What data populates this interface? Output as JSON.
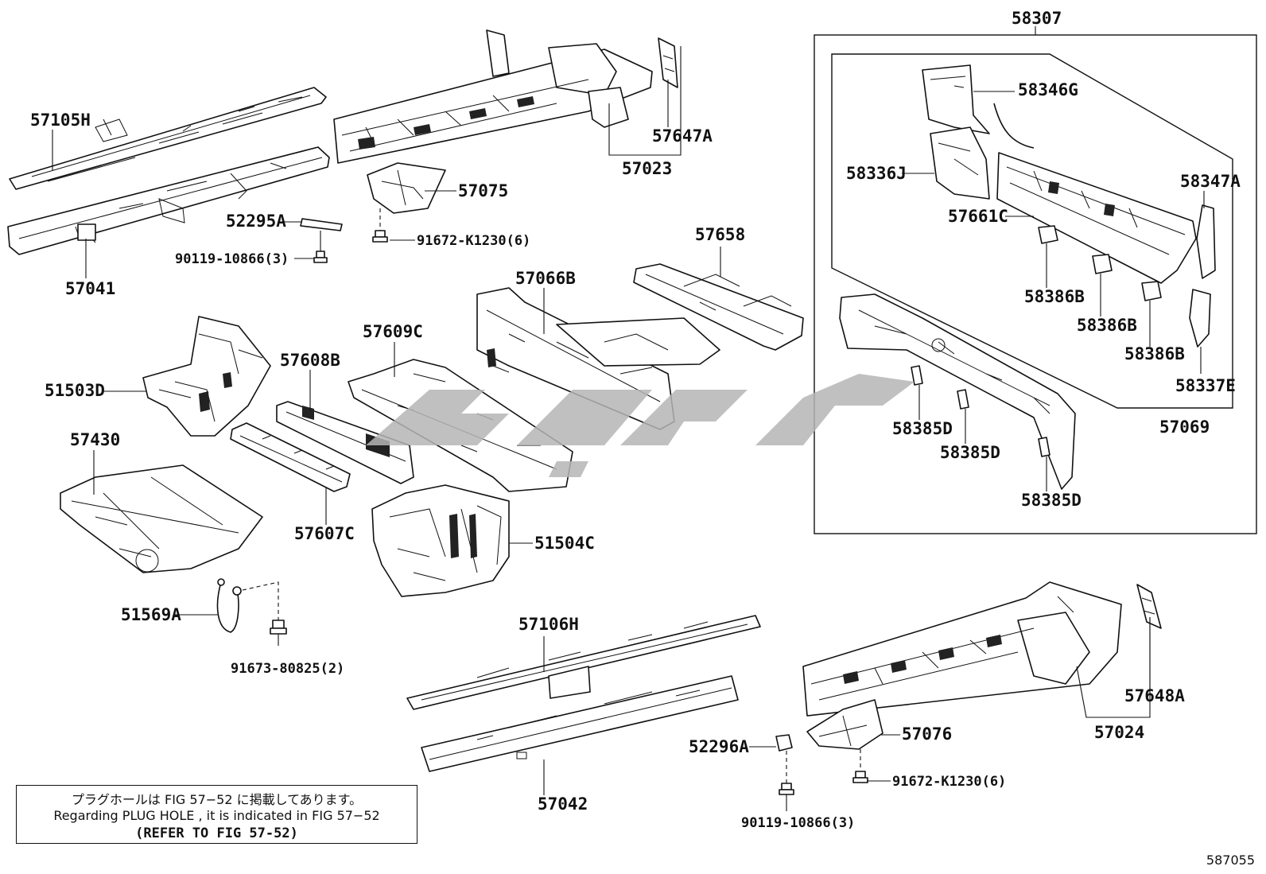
{
  "labels": {
    "l58307": "58307",
    "l57105H": "57105H",
    "l57041": "57041",
    "l52295A": "52295A",
    "l90119a": "90119-10866(3)",
    "l57075": "57075",
    "l91672a": "91672-K1230(6)",
    "l57023": "57023",
    "l57647A": "57647A",
    "l58346G": "58346G",
    "l58336J": "58336J",
    "l57661C": "57661C",
    "l58347A": "58347A",
    "l58386B1": "58386B",
    "l58386B2": "58386B",
    "l58386B3": "58386B",
    "l58337E": "58337E",
    "l57069": "57069",
    "l58385D1": "58385D",
    "l58385D2": "58385D",
    "l58385D3": "58385D",
    "l57658": "57658",
    "l57066B": "57066B",
    "l57609C": "57609C",
    "l57608B": "57608B",
    "l51503D": "51503D",
    "l57430": "57430",
    "l57607C": "57607C",
    "l51504C": "51504C",
    "l51569A": "51569A",
    "l91673": "91673-80825(2)",
    "l57106H": "57106H",
    "l57042": "57042",
    "l52296A": "52296A",
    "l90119b": "90119-10866(3)",
    "l57076": "57076",
    "l91672b": "91672-K1230(6)",
    "l57024": "57024",
    "l57648A": "57648A"
  },
  "note": {
    "line_jp": "プラグホールは FIG 57−52 に掲載してあります。",
    "line_en": "Regarding  PLUG  HOLE , it is indicated in  FIG  57−52",
    "line_ref": "(REFER TO FIG 57-52)"
  },
  "figure_id": "587055",
  "watermark_text": "CONTAINS WATERMARK LOGO"
}
